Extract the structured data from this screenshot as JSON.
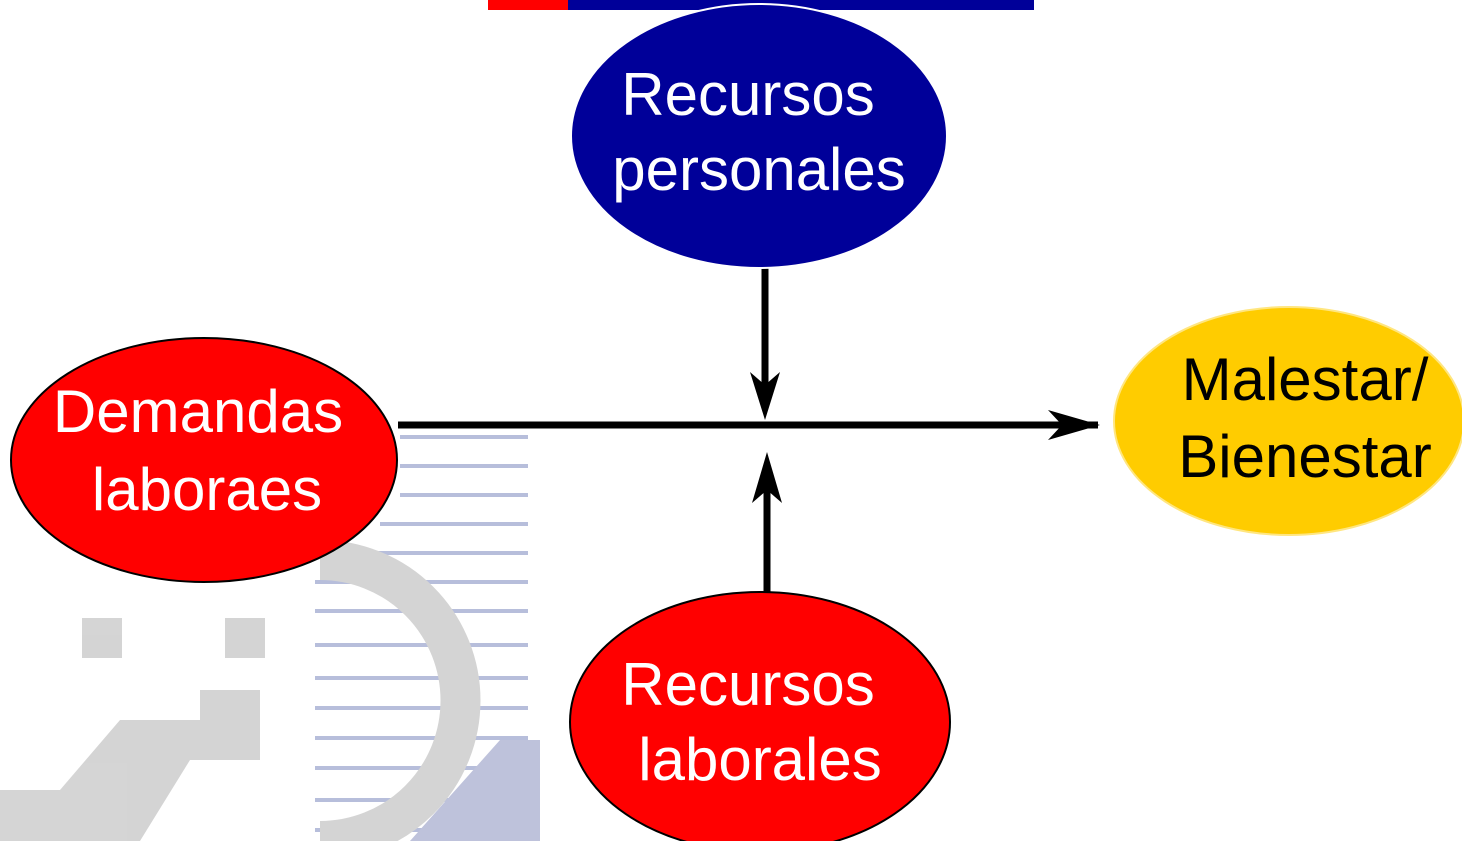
{
  "colors": {
    "personal_resources": "#000099",
    "demands": "#ff0000",
    "labor_resources": "#ff0000",
    "outcome": "#ffcc00",
    "arrows": "#000000",
    "header_bar": "#000099",
    "header_accent": "#ff0000",
    "watermark": "#c8c8c8",
    "watermark_lines": "#b0b8d8"
  },
  "nodes": {
    "personal_resources": {
      "line1": "Recursos",
      "line2": "personales"
    },
    "demands": {
      "line1": "Demandas",
      "line2": "laboraes"
    },
    "outcome": {
      "line1": "Malestar/",
      "line2": "Bienestar"
    },
    "labor_resources": {
      "line1": "Recursos",
      "line2": "laborales"
    }
  }
}
